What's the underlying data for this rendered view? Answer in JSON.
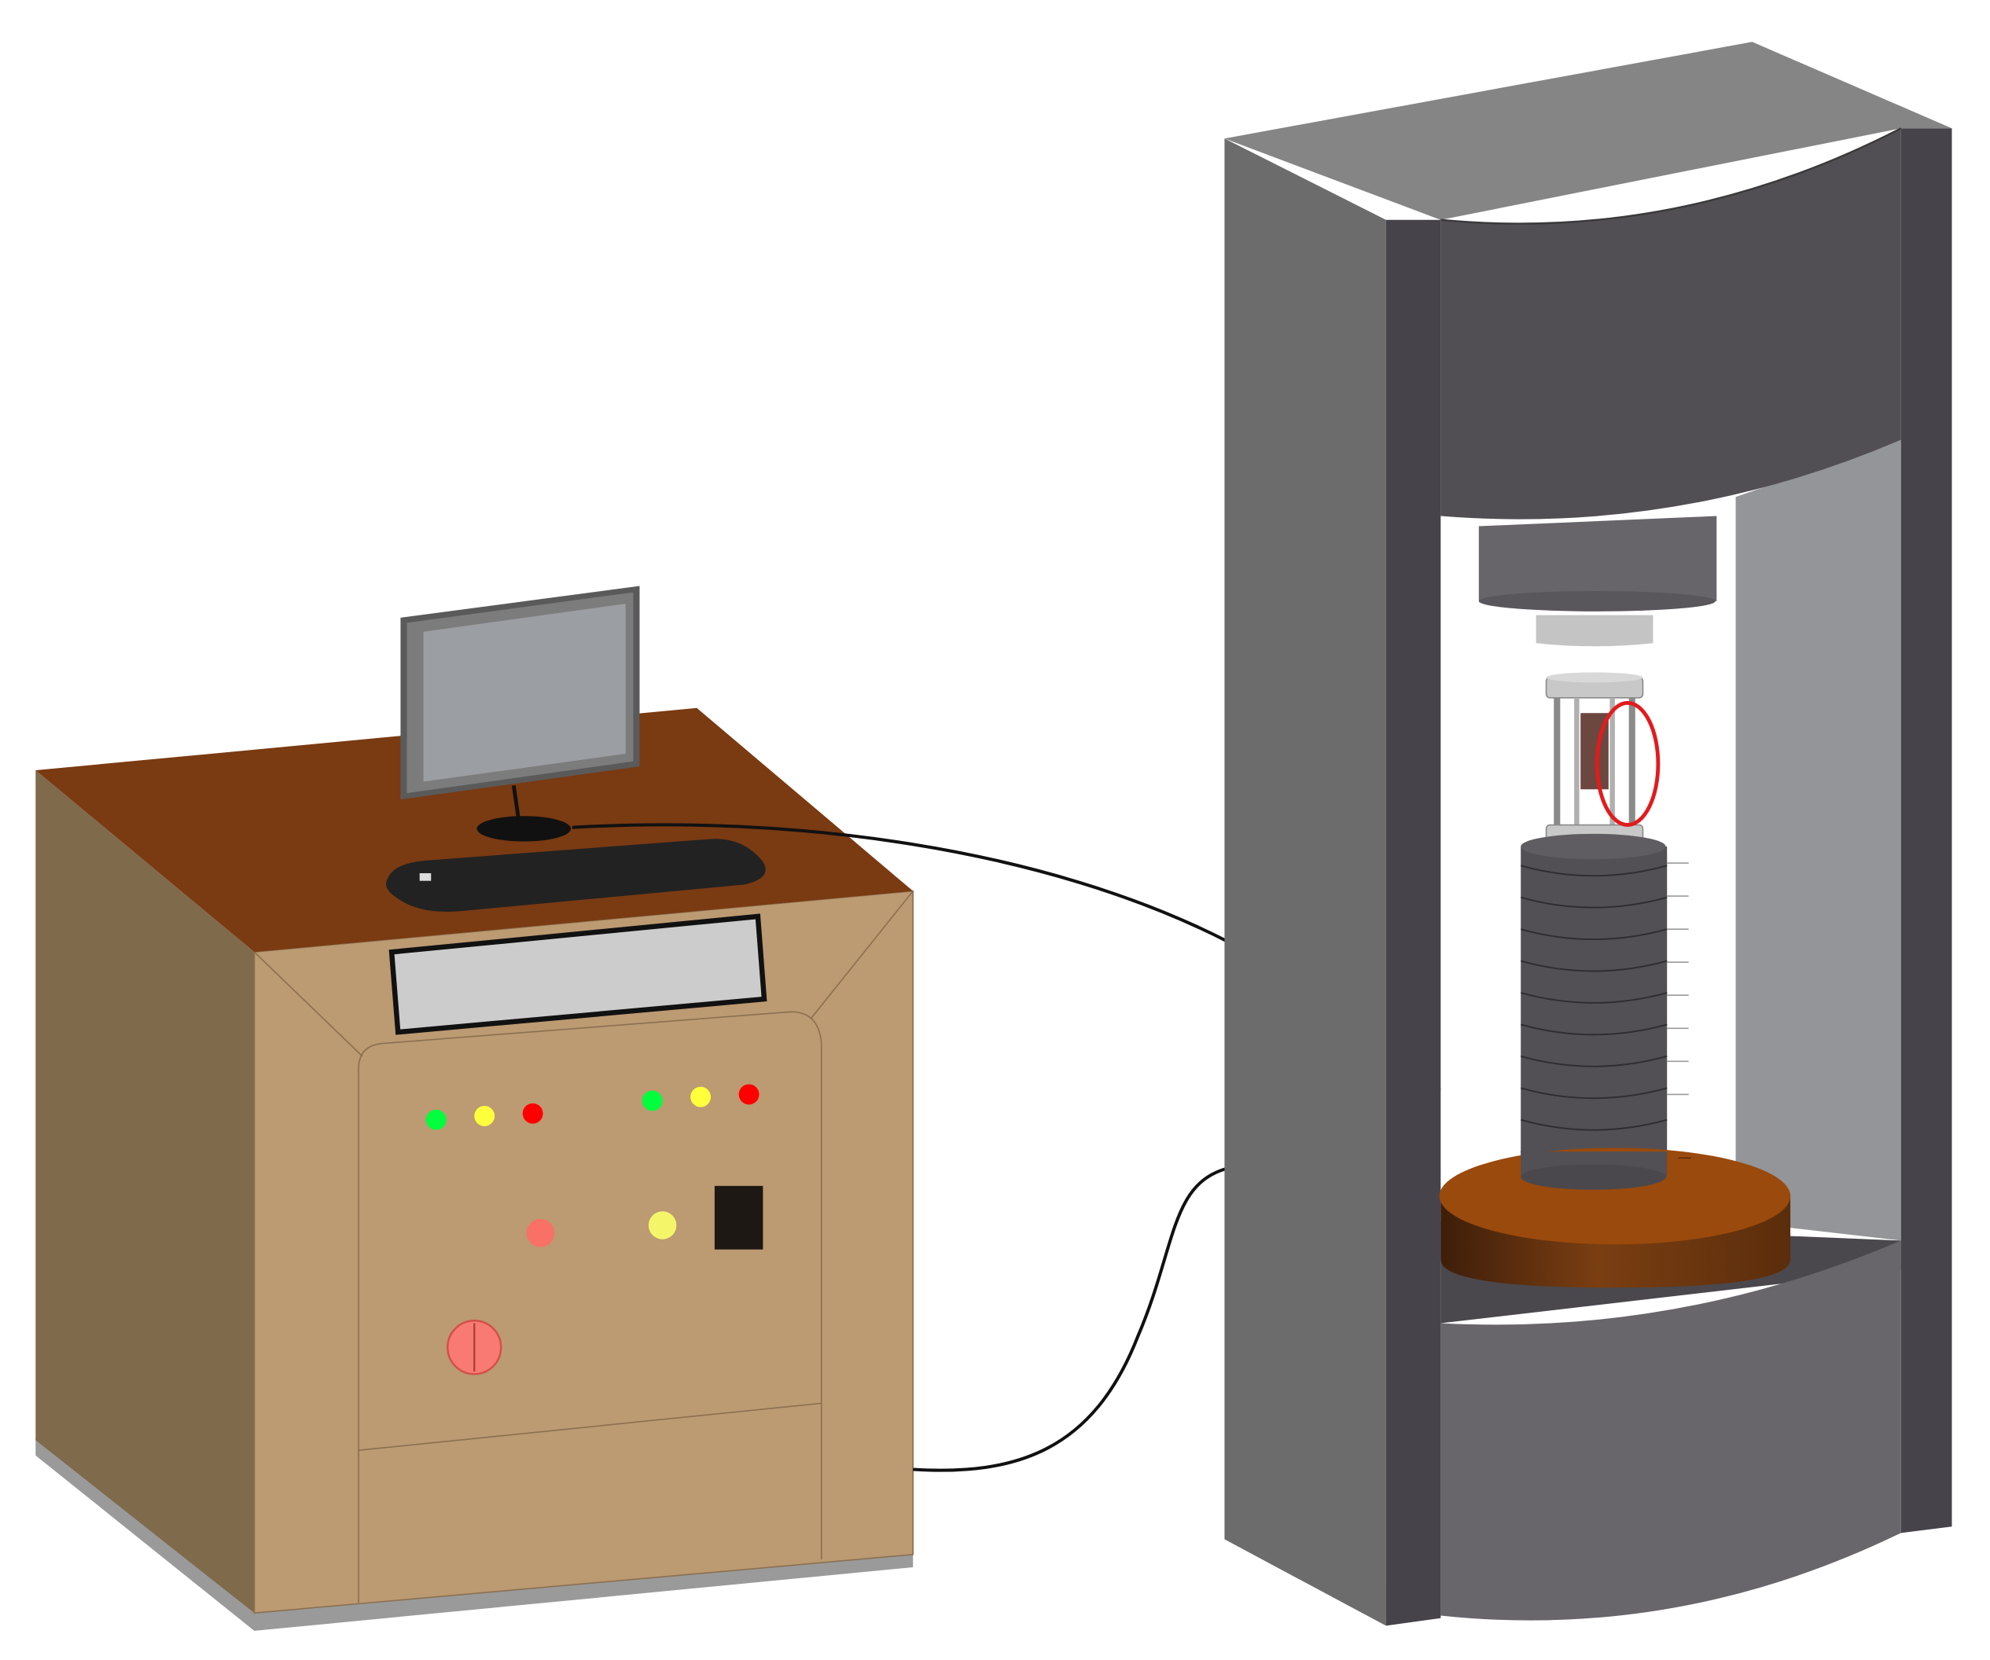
{
  "diagram": {
    "components": [
      {
        "name": "control-cabinet",
        "icon": "cabinet"
      },
      {
        "name": "monitor",
        "icon": "monitor-icon"
      },
      {
        "name": "keyboard",
        "icon": "keyboard-icon"
      },
      {
        "name": "loading-frame",
        "icon": "press-frame"
      },
      {
        "name": "specimen-cell",
        "icon": "cylinder-cell"
      }
    ],
    "indicator_colors": {
      "green": "#00ff3c",
      "yellow": "#ffff3c",
      "red": "#ff0000",
      "salmon": "#f97066",
      "light_yellow": "#f5f56a"
    },
    "highlight_color": "#e31a1c",
    "colors": {
      "cabinet_top": "#7a3a12",
      "cabinet_front": "#bc9a72",
      "cabinet_side": "#7f6a4c",
      "frame_face": "#6c6c6c",
      "frame_dark": "#46434a",
      "platen": "#9a4a0c"
    }
  }
}
